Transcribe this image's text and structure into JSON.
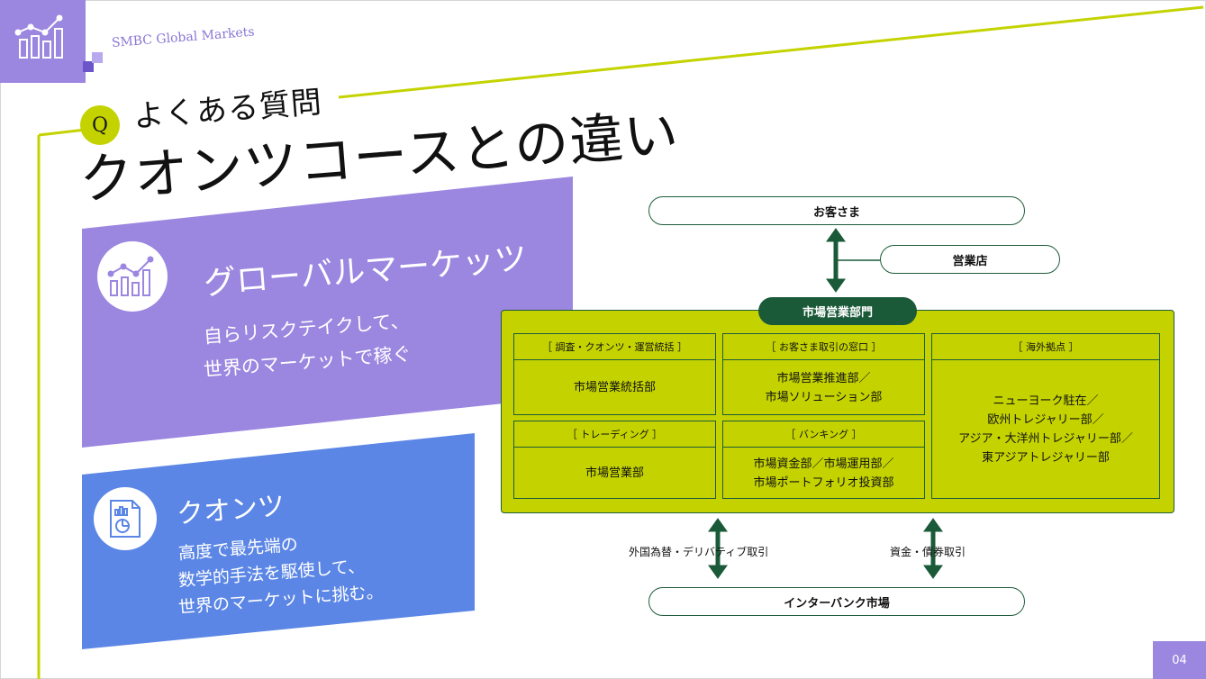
{
  "header": {
    "brand": "SMBC Global Markets",
    "q_badge": "Q",
    "faq_label": "よくある質問",
    "title": "クオンツコースとの違い"
  },
  "panels": {
    "global_markets": {
      "title": "グローバルマーケッツ",
      "line1": "自らリスクテイクして、",
      "line2": "世界のマーケットで稼ぐ"
    },
    "quants": {
      "title": "クオンツ",
      "line1": "高度で最先端の",
      "line2": "数学的手法を駆使して、",
      "line3": "世界のマーケットに挑む。"
    }
  },
  "diagram": {
    "customer": "お客さま",
    "branch": "営業店",
    "division": "市場営業部門",
    "cells": [
      {
        "head": "［ 調査・クオンツ・運営統括 ］",
        "lines": [
          "市場営業統括部"
        ]
      },
      {
        "head": "［ お客さま取引の窓口 ］",
        "lines": [
          "市場営業推進部／",
          "市場ソリューション部"
        ]
      },
      {
        "head": "［ 海外拠点 ］",
        "lines": [
          "ニューヨーク駐在／",
          "欧州トレジャリー部／",
          "アジア・大洋州トレジャリー部／",
          "東アジアトレジャリー部"
        ]
      },
      {
        "head": "［ トレーディング ］",
        "lines": [
          "市場営業部"
        ]
      },
      {
        "head": "［ バンキング ］",
        "lines": [
          "市場資金部／市場運用部／",
          "市場ポートフォリオ投資部"
        ]
      }
    ],
    "fx_label": "外国為替・デリバティブ取引",
    "bond_label": "資金・債券取引",
    "interbank": "インターバンク市場"
  },
  "colors": {
    "lime": "#c4d300",
    "purple": "#9b86e0",
    "blue": "#5b86e5",
    "dark_green": "#1a5a38"
  },
  "page": {
    "number": "04"
  }
}
